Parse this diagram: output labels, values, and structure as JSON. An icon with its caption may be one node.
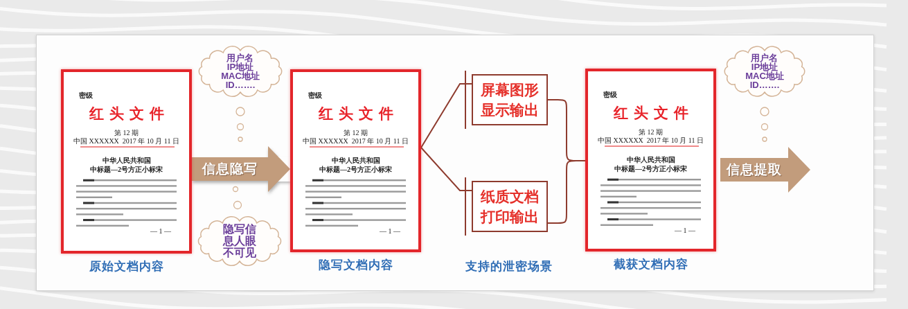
{
  "diagram": {
    "nodes": [
      {
        "text": [
          "密级",
          "红头文件",
          "第 12 期",
          "中国 XXXXXX",
          "2017 年 10 月 11 日",
          "中华人民共和国",
          "中标题—2号方正小标宋",
          "— 1 —"
        ],
        "beside": [
          "原始文档内容"
        ]
      },
      {
        "text": [
          "用户名 IP地址 MAC地址 ID……."
        ]
      },
      {
        "text": [
          "隐写信息人眼不可见"
        ]
      },
      {
        "text": [
          "密级",
          "红头文件",
          "第 12 期",
          "中国 XXXXXX",
          "2017 年 10 月 11 日",
          "中华人民共和国",
          "中标题—2号方正小标宋",
          "— 1 —"
        ],
        "beside": [
          "隐写文档内容"
        ]
      },
      {
        "text": [
          "屏幕图形显示输出"
        ]
      },
      {
        "text": [
          "纸质文档打印输出"
        ]
      },
      {
        "text": [
          "密级",
          "红头文件",
          "第 12 期",
          "中国 XXXXXX",
          "2017 年 10 月 11 日",
          "中华人民共和国",
          "中标题—2号方正小标宋",
          "— 1 —"
        ],
        "beside": [
          "截获文档内容"
        ]
      },
      {
        "text": [
          "用户名 IP地址 MAC地址 ID……."
        ]
      },
      {
        "text": [
          "信息提取"
        ]
      }
    ],
    "edges": [
      {
        "from": 0,
        "to": 3,
        "arrow": "to",
        "label": "信息隐写",
        "style": "thick",
        "color": "#c29c7c"
      },
      {
        "from": 3,
        "to": 4,
        "arrow": "none"
      },
      {
        "from": 3,
        "to": 5,
        "arrow": "none"
      },
      {
        "from": 4,
        "to": 6,
        "arrow": "none"
      },
      {
        "from": 5,
        "to": 6,
        "arrow": "none"
      }
    ],
    "labels": [
      "支持的泄密场景"
    ]
  }
}
